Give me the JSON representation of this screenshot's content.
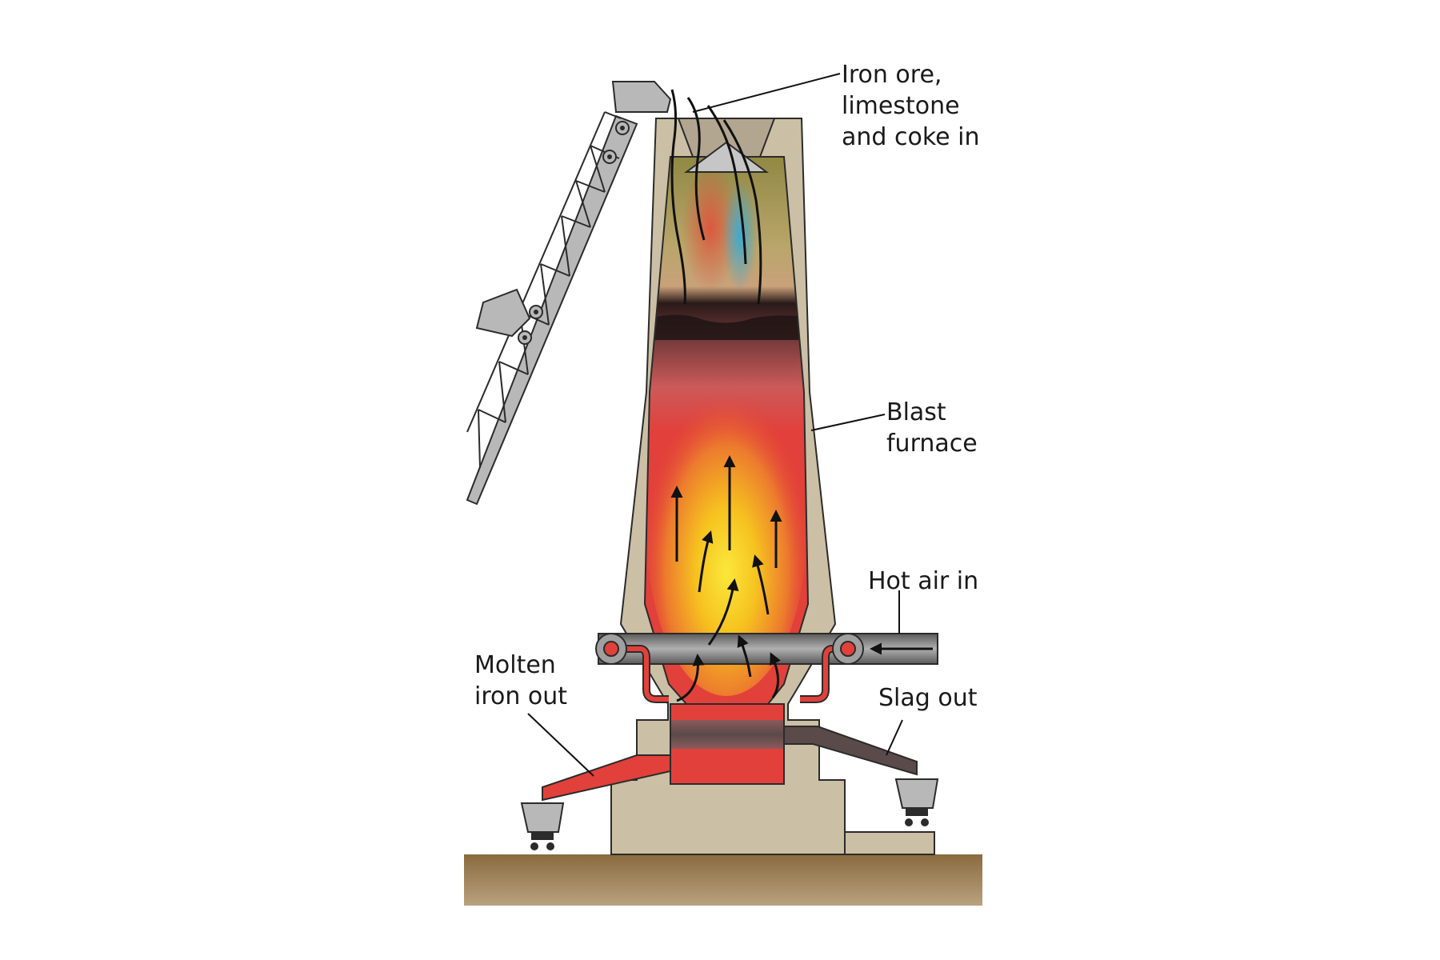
{
  "labels": {
    "charge_in": [
      "Iron ore,",
      "limestone",
      "and coke in"
    ],
    "blast_furnace": [
      "Blast",
      "furnace"
    ],
    "hot_air_in": [
      "Hot air in"
    ],
    "molten_iron_out": [
      "Molten",
      "iron out"
    ],
    "slag_out": [
      "Slag out"
    ]
  },
  "colors": {
    "wall": "#cbbfa5",
    "outline": "#2b2b2b",
    "gas_top": "#8f8742",
    "hot_red": "#e2403a",
    "hot_core": "#f8e63a",
    "molten_iron": "#e2403a",
    "slag": "#5a4a4a",
    "ground_top": "#8a6a3e",
    "ground_bottom": "#b9a27e",
    "skip_car": "#b8b8b8",
    "pipe": "#7a7a7a"
  }
}
